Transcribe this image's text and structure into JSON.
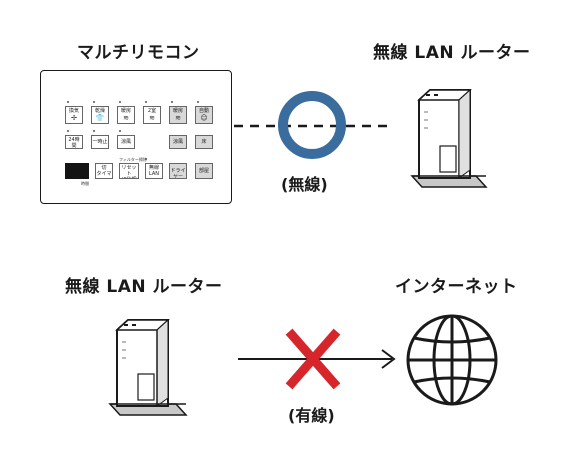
{
  "top": {
    "remote_title": "マルチリモコン",
    "router_title": "無線 LAN ルーター",
    "wireless_caption": "(無線)"
  },
  "bottom": {
    "router_title": "無線 LAN ルーター",
    "internet_title": "インターネット",
    "wired_caption": "(有線)"
  },
  "remote": {
    "row1": [
      {
        "label": "換気",
        "icon": "fan-icon"
      },
      {
        "label": "乾燥",
        "icon": "shirt-icon"
      },
      {
        "label": "暖房",
        "icon": "heat-icon"
      },
      {
        "label": "2室",
        "icon": "heat-icon"
      },
      {
        "label": "暖房",
        "icon": "heat-icon"
      },
      {
        "label": "自動",
        "icon": "person-icon"
      }
    ],
    "row2": [
      "24時間\n換気",
      "一時止",
      "涼風",
      "涼風",
      "床"
    ],
    "row3": [
      "切\nタイマー",
      "リセット\n(3秒押し)",
      "無線\nLAN",
      "ドライヤー",
      "部屋"
    ],
    "display_label": "時間",
    "filter_label": "フィルター掃除"
  },
  "colors": {
    "ring": "#3a6d9e",
    "cross": "#d6262c",
    "line": "#1a1a1a"
  }
}
